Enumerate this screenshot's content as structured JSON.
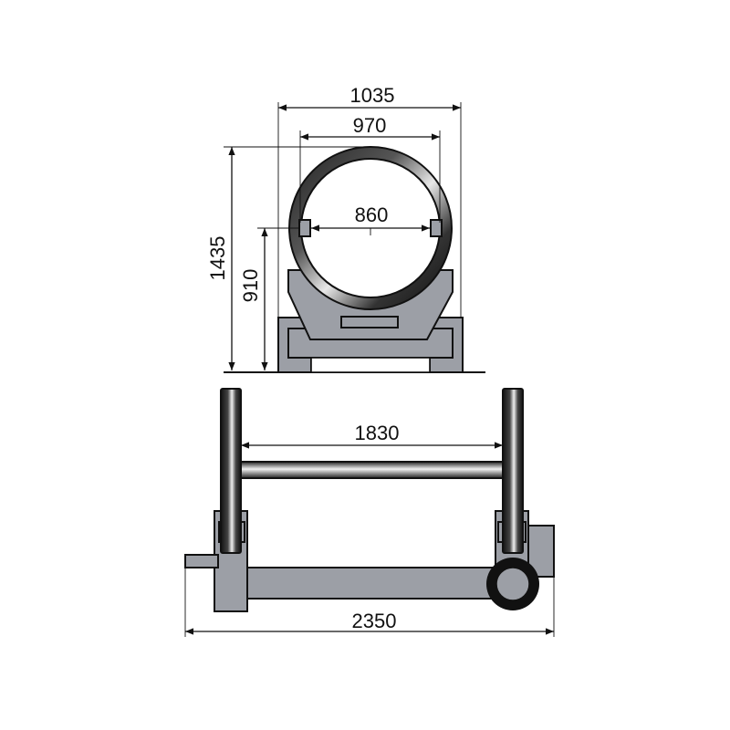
{
  "dimensions": {
    "outer_width": "1035",
    "inner_width": "970",
    "ring_inner": "860",
    "total_height": "1435",
    "axis_height": "910",
    "roller_length": "1830",
    "total_length": "2350"
  },
  "colors": {
    "machine_gray": "#9c9fa6",
    "line": "#111111",
    "background": "#ffffff"
  }
}
